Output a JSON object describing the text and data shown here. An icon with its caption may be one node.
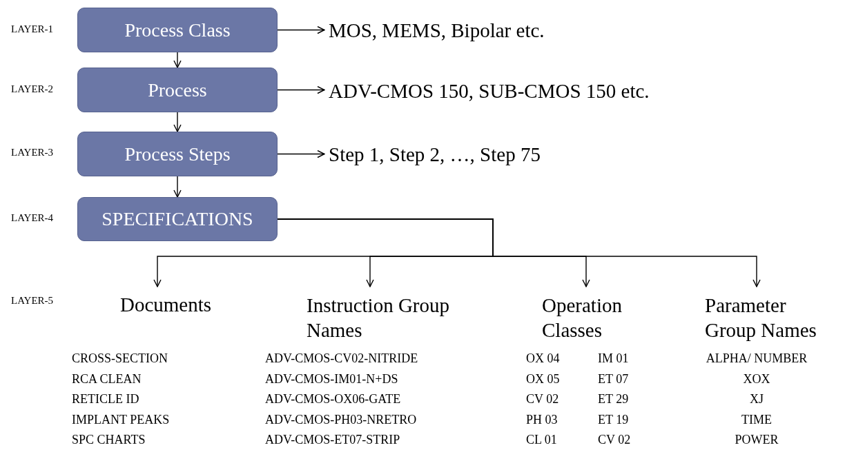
{
  "diagram": {
    "nodes": [
      {
        "text": [
          "Process Class"
        ]
      },
      {
        "text": [
          "Process"
        ]
      },
      {
        "text": [
          "Process Steps"
        ]
      },
      {
        "text": [
          "SPECIFICATIONS"
        ]
      },
      {
        "text": [
          "MOS, MEMS, Bipolar etc."
        ]
      },
      {
        "text": [
          "ADV-CMOS 150, SUB-CMOS 150 etc."
        ]
      },
      {
        "text": [
          "Step 1, Step 2, …, Step 75"
        ]
      },
      {
        "text": [
          "Documents"
        ],
        "beside": [
          "CROSS-SECTION",
          "RCA CLEAN",
          "RETICLE ID",
          "IMPLANT PEAKS",
          "SPC CHARTS"
        ]
      },
      {
        "text": [
          "Instruction Group Names"
        ],
        "beside": [
          "ADV-CMOS-CV02-NITRIDE",
          "ADV-CMOS-IM01-N+DS",
          "ADV-CMOS-OX06-GATE",
          "ADV-CMOS-PH03-NRETRO",
          "ADV-CMOS-ET07-STRIP"
        ]
      },
      {
        "text": [
          "Operation Classes"
        ],
        "beside": [
          "OX 04",
          "IM 01",
          "OX 05",
          "ET 07",
          "CV 02",
          "ET 29",
          "PH 03",
          "ET 19",
          "CL 01",
          "CV 02"
        ]
      },
      {
        "text": [
          "Parameter Group Names"
        ],
        "beside": [
          "ALPHA/ NUMBER",
          "XOX",
          "XJ",
          "TIME",
          "POWER"
        ]
      }
    ],
    "edges": [
      {
        "from": 0,
        "to": 4,
        "arrow": "to"
      },
      {
        "from": 0,
        "to": 1,
        "arrow": "to"
      },
      {
        "from": 1,
        "to": 5,
        "arrow": "to"
      },
      {
        "from": 1,
        "to": 2,
        "arrow": "to"
      },
      {
        "from": 2,
        "to": 6,
        "arrow": "to"
      },
      {
        "from": 2,
        "to": 3,
        "arrow": "to"
      },
      {
        "from": 3,
        "to": 7,
        "arrow": "to"
      },
      {
        "from": 3,
        "to": 8,
        "arrow": "to"
      },
      {
        "from": 3,
        "to": 9,
        "arrow": "to"
      },
      {
        "from": 3,
        "to": 10,
        "arrow": "to"
      }
    ],
    "labels": [
      "LAYER-1",
      "LAYER-2",
      "LAYER-3",
      "LAYER-4",
      "LAYER-5"
    ]
  }
}
